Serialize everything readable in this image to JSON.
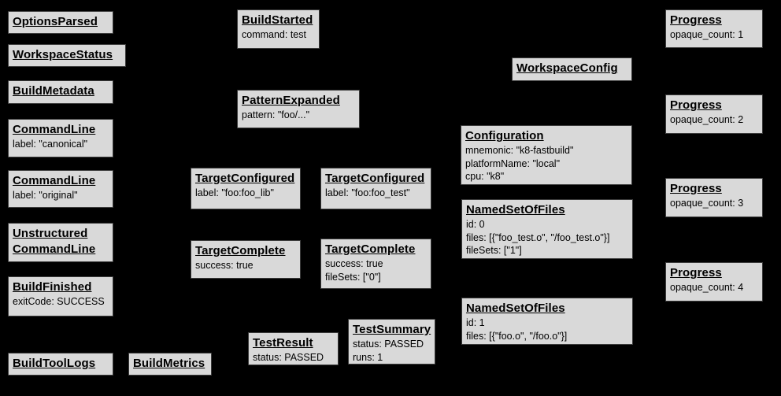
{
  "colors": {
    "background": "#000000",
    "node_fill": "#d9d9d9",
    "node_border": "#3c3c3c",
    "node_text": "#000000"
  },
  "boxes": [
    {
      "id": "options-parsed",
      "title": "OptionsParsed",
      "lines": []
    },
    {
      "id": "workspace-status",
      "title": "WorkspaceStatus",
      "lines": []
    },
    {
      "id": "build-metadata",
      "title": "BuildMetadata",
      "lines": []
    },
    {
      "id": "command-line-canonical",
      "title": "CommandLine",
      "lines": [
        "label: \"canonical\""
      ]
    },
    {
      "id": "command-line-original",
      "title": "CommandLine",
      "lines": [
        "label: \"original\""
      ]
    },
    {
      "id": "unstructured-command-line",
      "title": "Unstructured\nCommandLine",
      "lines": []
    },
    {
      "id": "build-finished",
      "title": "BuildFinished",
      "lines": [
        "exitCode: SUCCESS"
      ]
    },
    {
      "id": "build-tool-logs",
      "title": "BuildToolLogs",
      "lines": []
    },
    {
      "id": "build-metrics",
      "title": "BuildMetrics",
      "lines": []
    },
    {
      "id": "build-started",
      "title": "BuildStarted",
      "lines": [
        "command: test"
      ]
    },
    {
      "id": "pattern-expanded",
      "title": "PatternExpanded",
      "lines": [
        "pattern: \"foo/...\""
      ]
    },
    {
      "id": "target-configured-foo-lib",
      "title": "TargetConfigured",
      "lines": [
        "label: \"foo:foo_lib\""
      ]
    },
    {
      "id": "target-configured-foo-test",
      "title": "TargetConfigured",
      "lines": [
        "label: \"foo:foo_test\""
      ]
    },
    {
      "id": "target-complete-lib",
      "title": "TargetComplete",
      "lines": [
        "success: true"
      ]
    },
    {
      "id": "target-complete-test",
      "title": "TargetComplete",
      "lines": [
        "success: true",
        "fileSets: [\"0\"]"
      ]
    },
    {
      "id": "test-result",
      "title": "TestResult",
      "lines": [
        "status: PASSED"
      ]
    },
    {
      "id": "test-summary",
      "title": "TestSummary",
      "lines": [
        "status: PASSED",
        "runs: 1"
      ]
    },
    {
      "id": "workspace-config",
      "title": "WorkspaceConfig",
      "lines": []
    },
    {
      "id": "configuration",
      "title": "Configuration",
      "lines": [
        "mnemonic: \"k8-fastbuild\"",
        "platformName: \"local\"",
        "cpu: \"k8\""
      ]
    },
    {
      "id": "named-set-of-files-0",
      "title": "NamedSetOfFiles",
      "lines": [
        "id: 0",
        "files: [{\"foo_test.o\", \"/foo_test.o\"}]",
        "fileSets: [\"1\"]"
      ]
    },
    {
      "id": "named-set-of-files-1",
      "title": "NamedSetOfFiles",
      "lines": [
        "id: 1",
        "files: [{\"foo.o\", \"/foo.o\"}]"
      ]
    },
    {
      "id": "progress-1",
      "title": "Progress",
      "lines": [
        "opaque_count: 1"
      ]
    },
    {
      "id": "progress-2",
      "title": "Progress",
      "lines": [
        "opaque_count: 2"
      ]
    },
    {
      "id": "progress-3",
      "title": "Progress",
      "lines": [
        "opaque_count: 3"
      ]
    },
    {
      "id": "progress-4",
      "title": "Progress",
      "lines": [
        "opaque_count: 4"
      ]
    }
  ]
}
